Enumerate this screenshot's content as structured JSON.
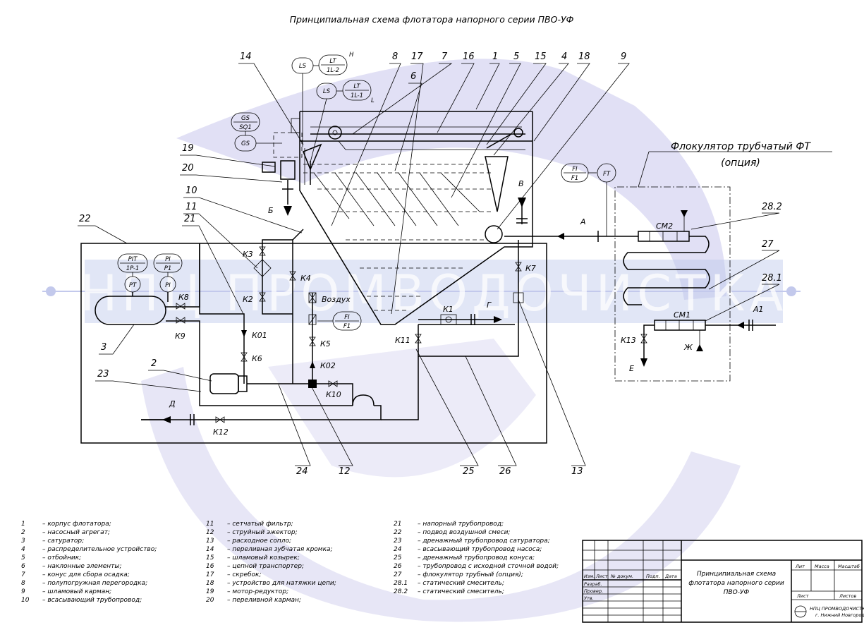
{
  "title": "Принципиальная схема флотатора напорного серии ПВО-УФ",
  "watermark": "НПЦ ПРОМВОДОЧИСТКА",
  "colors": {
    "watermark_blue": "#c9c7ec",
    "watermark_band": "#bcc8ea",
    "line": "#000000"
  },
  "flocculator": {
    "title": "Флокулятор трубчатый ФТ",
    "subtitle": "(опция)"
  },
  "callouts": [
    "14",
    "8",
    "17",
    "7",
    "16",
    "1",
    "5",
    "15",
    "4",
    "18",
    "9",
    "6",
    "19",
    "20",
    "10",
    "11",
    "21",
    "22",
    "3",
    "2",
    "23",
    "24",
    "12",
    "25",
    "26",
    "13",
    "28.2",
    "27",
    "28.1"
  ],
  "instruments": {
    "ls_top": "LS",
    "lt_top_1": "LT",
    "lt_top_2": "1L-2",
    "lt_top_sup": "H",
    "ls_low": "LS",
    "lt_low_1": "LT",
    "lt_low_2": "1L-1",
    "lt_low_sup": "L",
    "gs_sq_1": "GS",
    "gs_sq_2": "SQ1",
    "gs": "GS",
    "fi_top_1": "FI",
    "fi_top_2": "F1",
    "ft": "FT",
    "pit_1": "PIT",
    "pit_2": "1P-1",
    "pt": "PT",
    "pi_a_1": "PI",
    "pi_a_2": "P1",
    "pi_b": "PI",
    "fi_air_1": "FI",
    "fi_air_2": "F1"
  },
  "valves": [
    "К3",
    "К4",
    "К2",
    "К8",
    "К9",
    "К01",
    "К6",
    "К5",
    "К02",
    "К10",
    "К7",
    "К11",
    "К1",
    "К12",
    "К13"
  ],
  "streams": {
    "a": "А",
    "a1": "А1",
    "b": "Б",
    "v": "В",
    "g": "Г",
    "d": "Д",
    "e": "Е",
    "zh": "Ж",
    "air": "Воздух"
  },
  "mixers": {
    "cm1": "СМ1",
    "cm2": "СМ2"
  },
  "legend": [
    [
      "1",
      "– корпус флотатора;"
    ],
    [
      "2",
      "– насосный агрегат;"
    ],
    [
      "3",
      "– сатуратор;"
    ],
    [
      "4",
      "– распределительное устройство;"
    ],
    [
      "5",
      "– отбойник;"
    ],
    [
      "6",
      "– наклонные элементы;"
    ],
    [
      "7",
      "– конус для сбора осадка;"
    ],
    [
      "8",
      "– полупогружная перегородка;"
    ],
    [
      "9",
      "– шламовый карман;"
    ],
    [
      "10",
      "– всасывающий трубопровод;"
    ],
    [
      "11",
      "– сетчатый фильтр;"
    ],
    [
      "12",
      "– струйный эжектор;"
    ],
    [
      "13",
      "– расходное сопло;"
    ],
    [
      "14",
      "– переливная зубчатая кромка;"
    ],
    [
      "15",
      "– шламовый козырек;"
    ],
    [
      "16",
      "– цепной транспортер;"
    ],
    [
      "17",
      "– скребок;"
    ],
    [
      "18",
      "– устройство для натяжки цепи;"
    ],
    [
      "19",
      "– мотор-редуктор;"
    ],
    [
      "20",
      "– переливной карман;"
    ],
    [
      "21",
      "– напорный трубопровод;"
    ],
    [
      "22",
      "– подвод воздушной смеси;"
    ],
    [
      "23",
      "– дренажный трубопровод сатуратора;"
    ],
    [
      "24",
      "– всасывающий трубопровод насоса;"
    ],
    [
      "25",
      "– дренажный трубопровод конуса;"
    ],
    [
      "26",
      "– трубопровод с исходной сточной водой;"
    ],
    [
      "27",
      "– флокулятор трубный (опция);"
    ],
    [
      "28.1",
      "– статический смеситель;"
    ],
    [
      "28.2",
      "– статический смеситель;"
    ]
  ],
  "stamp": {
    "columns": [
      "Изм.",
      "Лист",
      "№ докум.",
      "Подп.",
      "Дата"
    ],
    "rows": [
      "Разраб.",
      "Провер.",
      "Утв."
    ],
    "title_lines": [
      "Принципиальная схема",
      "флотатора напорного серии",
      "ПВО-УФ"
    ],
    "lit": "Лит",
    "mass": "Масса",
    "scale": "Масштаб",
    "sheet": "Лист",
    "sheets": "Листов",
    "org_1": "НПЦ ПРОМВОДОЧИСТКА",
    "org_2": "г. Нижний Новгород"
  }
}
